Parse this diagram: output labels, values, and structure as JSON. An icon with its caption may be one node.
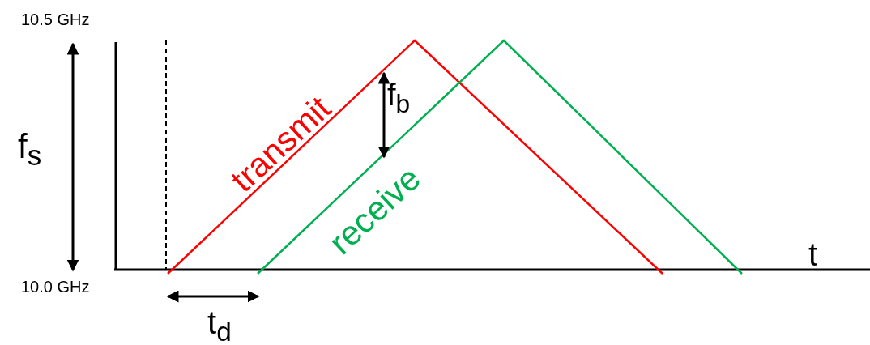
{
  "diagram": {
    "labels": [
      "10.5 GHz",
      "f$_{s}$",
      "10.0 GHz",
      "transmit",
      "f$_{b}$",
      "receive",
      "t",
      "t$_{d}$"
    ]
  }
}
